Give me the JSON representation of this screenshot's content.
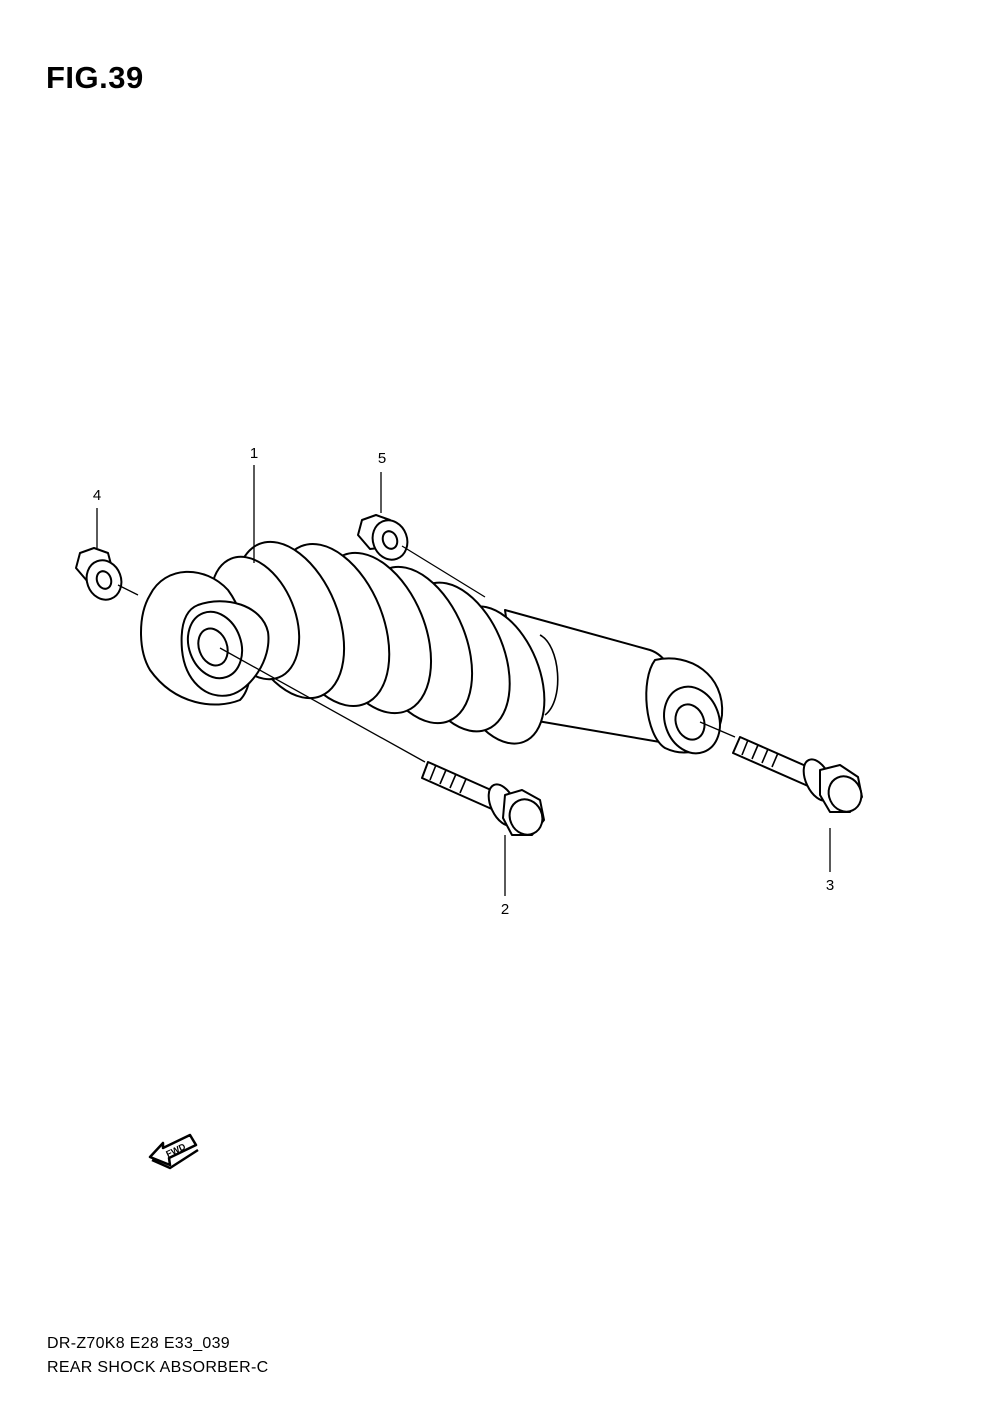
{
  "figure": {
    "title": "FIG.39"
  },
  "callouts": [
    {
      "id": "1",
      "label": "1"
    },
    {
      "id": "2",
      "label": "2"
    },
    {
      "id": "3",
      "label": "3"
    },
    {
      "id": "4",
      "label": "4"
    },
    {
      "id": "5",
      "label": "5"
    }
  ],
  "direction_marker": {
    "label": "FWD",
    "icon": "fwd-arrow-icon"
  },
  "footer": {
    "model_code": "DR-Z70K8 E28 E33_039",
    "section_name": "REAR SHOCK ABSORBER-C"
  },
  "colors": {
    "line": "#000000",
    "background": "#ffffff"
  }
}
